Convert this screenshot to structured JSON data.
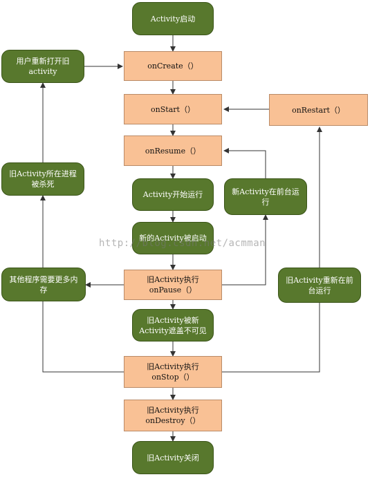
{
  "nodes": {
    "activity_start": "Activity启动",
    "user_reopen": "用户重新打开旧\nactivity",
    "on_create": "onCreate（）",
    "on_start": "onStart（）",
    "on_restart": "onRestart（）",
    "on_resume": "onResume（）",
    "old_killed": "旧Activity所在进程\n被杀死",
    "activity_running": "Activity开始运行",
    "new_foreground": "新Activity在前台运\n行",
    "new_started": "新的Activity被启动",
    "more_memory": "其他程序需要更多内\n存",
    "on_pause": "旧Activity执行\nonPause（）",
    "old_foreground_again": "旧Activity重新在前\n台运行",
    "covered": "旧Activity被新\nActivity遮盖不可见",
    "on_stop": "旧Activity执行\nonStop（）",
    "on_destroy": "旧Activity执行\nonDestroy（）",
    "closed": "旧Activity关闭"
  },
  "watermark": "http://blog.csdn.net/acmman",
  "colors": {
    "green_fill": "#58782d",
    "orange_fill": "#f9c195",
    "edge": "#333333"
  }
}
